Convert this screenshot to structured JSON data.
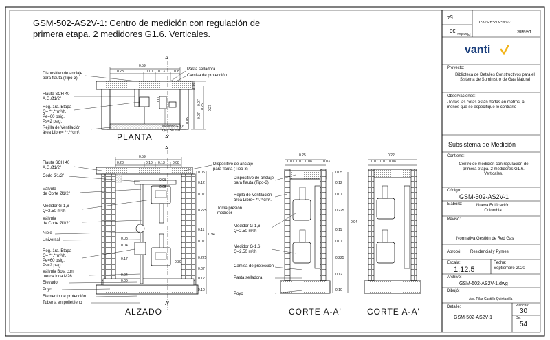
{
  "title": {
    "line1": "GSM-502-AS2V-1: Centro de medición con regulación de",
    "line2": "primera etapa.  2 medidores G1.6. Verticales."
  },
  "top_strip": {
    "sheet_text": "54",
    "plancha_text": "30",
    "plancha_label": "Plancha:",
    "detail_text": "GSM-502-AS2V-1",
    "detail_label": "Detalle:"
  },
  "brand": {
    "name": "vanti",
    "accent_color": "#f2b41b",
    "text_color": "#1a3e7c"
  },
  "panel": {
    "proyecto_label": "Proyecto:",
    "proyecto_value": "Biblioteca de Detalles Constructivos para el Sistema de Suministro de Gas Natural",
    "observaciones_label": "Observaciones:",
    "observaciones_value": "-Todas las cotas están dadas en metros, a menos que se especifique lo contrario",
    "subsistema": "Subsistema de Medición",
    "contiene_label": "Contiene:",
    "contiene_value": "Centro de medición con regulación de primera etapa. 2 medidores G1.6. Verticales.",
    "codigo_label": "Código:",
    "codigo_value": "GSM-502-AS2V-1",
    "elaboro_label": "Elaboró:",
    "elaboro_value": "Nueva Edificación Colombia",
    "reviso_label": "Revisó:",
    "reviso_value": "Normativa Gestión de Red Gas",
    "aprobo_label": "Aprobó:",
    "aprobo_value": "Residencial y Pymes",
    "escala_label": "Escala:",
    "escala_value": "1:12.5",
    "fecha_label": "Fecha:",
    "fecha_value": "Septiembre 2020",
    "archivo_label": "Archivo:",
    "archivo_value": "GSM-502-AS2V-1.dwg",
    "dibujo_label": "Dibujó:",
    "dibujo_value": "Arq. Pilar Castillo Quintanilla",
    "detalle_label": "Detalle:",
    "detalle_value": "GSM-502-AS2V-1",
    "plancha_label": "Plancha:",
    "plancha_value": "30",
    "de_label": "De:",
    "de_value": "54"
  },
  "planta": {
    "view_title": "PLANTA",
    "section_mark_top": "A",
    "section_mark_bottom": "A'",
    "dims_top": [
      "0.59",
      "0.28",
      "0.10",
      "0.13",
      "0.08"
    ],
    "dims_right": [
      "0.08",
      "0.07",
      "0.07",
      "0.25",
      "0.27",
      "0.05"
    ],
    "inner_dim": "0.11",
    "labels": {
      "anclaje": "Dispositivo de anclaje\npara flauta (Tipo-3)",
      "pasta": "Pasta selladora",
      "camisa": "Camisa de protección",
      "flauta": "Flauta SCH 40\nA.G.Ø1/2\"",
      "regulador": "Reg. 1ra. Etapa\nQ= **.**m³/h.\nPe=60 psig.\nPs=2 psig.",
      "rejilla": "Rejilla de Ventilación\nárea Libre= **.**cm².",
      "medidor": "Medidor G-1,6\nQ=2.50 m³/h"
    }
  },
  "alzado": {
    "view_title": "ALZADO",
    "section_mark_top": "A",
    "section_mark_bottom": "A'",
    "dims_top": [
      "0.59",
      "0.28",
      "0.10",
      "0.13",
      "0.08"
    ],
    "dims_right": [
      "0.05",
      "0.12",
      "0.07",
      "0.225",
      "0.11",
      "0.07",
      "0.225",
      "0.07",
      "0.12",
      "0.10"
    ],
    "total_height": "0.94",
    "inner_dims": [
      "0.08",
      "0.05",
      "0.08",
      "0.04",
      "0.17",
      "0.04",
      "0.09",
      "0.39"
    ],
    "left_labels": [
      "Flauta SCH 40\nA.G.Ø1/2\"",
      "Codo Ø1/2\"",
      "Válvula\nde Corte Ø1/2\"",
      "Medidor G-1,6\nQ=2.50 m³/h",
      "Válvula\nde Corte Ø1/2\"",
      "Niple",
      "Universal",
      "Reg. 1ra. Etapa\nQ= **.**m³/h.\nPe=60 psig.\nPs=2 psig.",
      "Válvula Bola con\ntuerca loca M26",
      "Elevador",
      "Poyo",
      "Elemento de protección",
      "Tubería en polietileno"
    ],
    "right_labels": {
      "anclaje": "Dispositivo de anclaje\npara flauta (Tipo-3)",
      "toma": "Toma presión\nmedidor"
    }
  },
  "corte1": {
    "view_title": "CORTE A-A'",
    "dims_top": [
      "0.25",
      "0.07",
      "0.07",
      "0.08",
      "0.03"
    ],
    "dims_right": [
      "0.05",
      "0.12",
      "0.07",
      "0.225",
      "0.11",
      "0.07",
      "0.225",
      "0.12",
      "0.10"
    ],
    "total_height": "0.94",
    "labels": [
      "Dispositivo de anclaje\npara flauta (Tipo-3)",
      "Rejilla de Ventilación\nárea Libre= **.**cm².",
      "Medidor G-1,6\nQ=2.50 m³/h",
      "Medidor G-1,6\nQ=2.50 m³/h",
      "Camisa de protección",
      "Pasta selladora",
      "Poyo"
    ]
  },
  "corte2": {
    "view_title": "CORTE A-A'",
    "dims_top": [
      "0.22",
      "0.07",
      "0.07",
      "0.08"
    ]
  }
}
